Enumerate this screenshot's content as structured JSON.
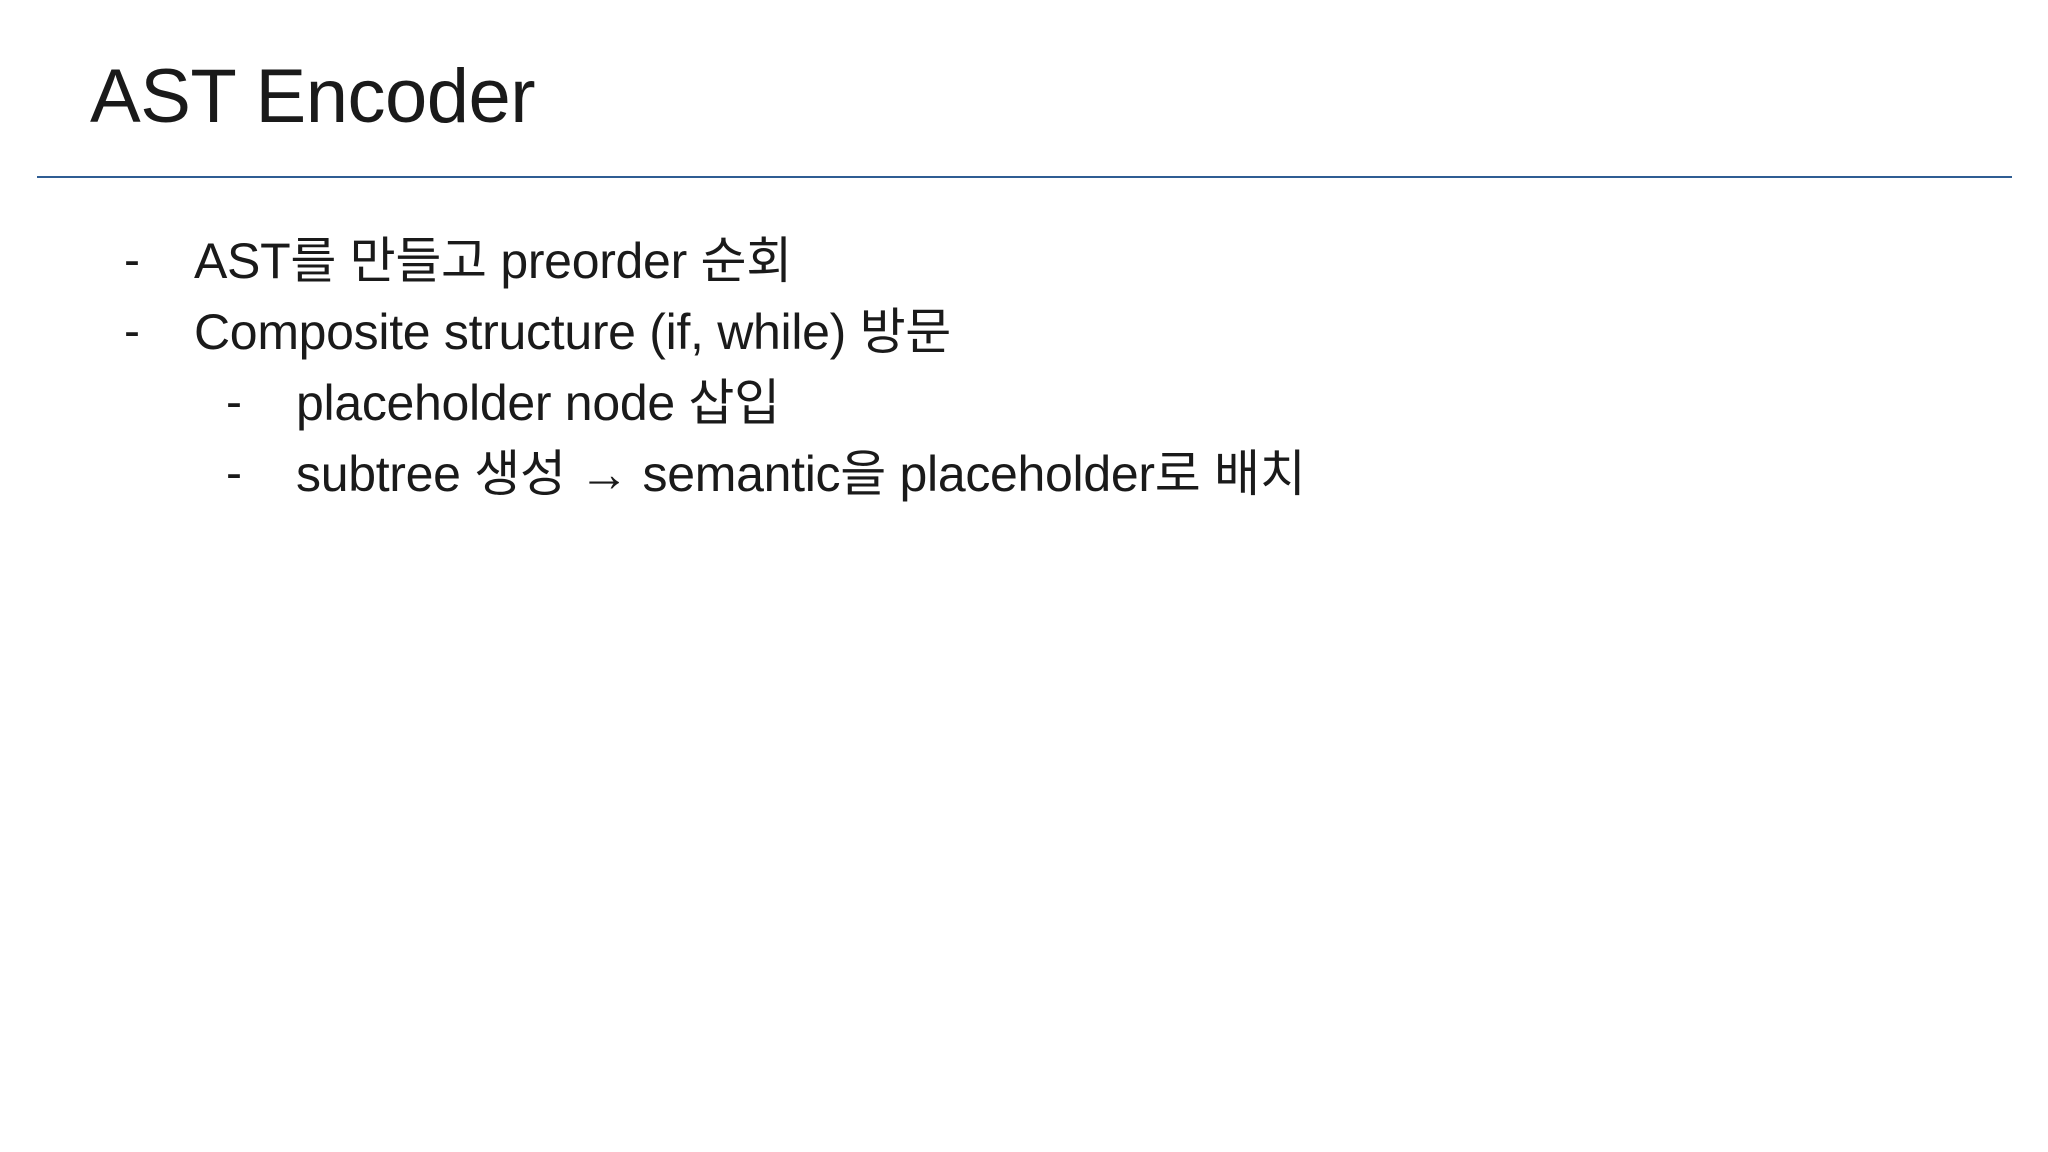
{
  "slide": {
    "title": "AST Encoder",
    "rule_color": "#2f5d93",
    "bullets": [
      {
        "marker": "-",
        "text": "AST를 만들고 preorder 순회"
      },
      {
        "marker": "-",
        "text": "Composite structure (if, while) 방문"
      },
      {
        "marker": "-",
        "text": "placeholder node 삽입"
      },
      {
        "marker": "-",
        "text": "subtree 생성 → semantic을 placeholder로 배치"
      }
    ]
  }
}
